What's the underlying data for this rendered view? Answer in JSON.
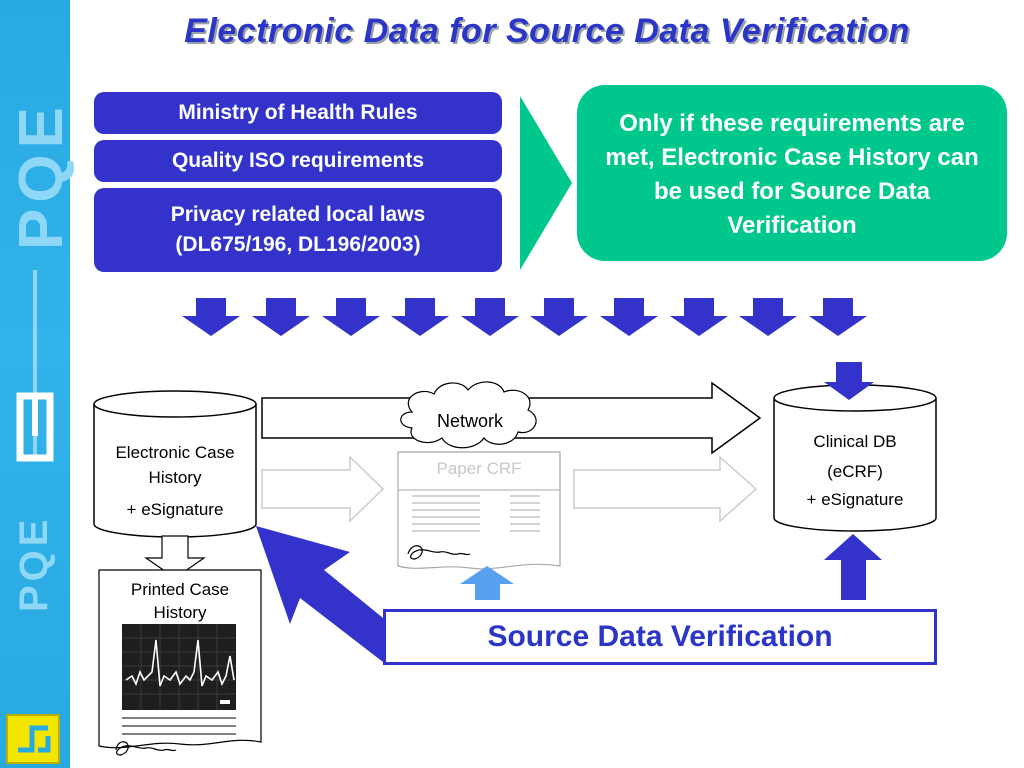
{
  "title": "Electronic Data for Source Data Verification",
  "requirements": {
    "ministry": "Ministry of Health Rules",
    "iso": "Quality ISO requirements",
    "privacy_line1": "Privacy related local laws",
    "privacy_line2": "(DL675/196, DL196/2003)"
  },
  "note": "Only if these requirements are met, Electronic Case History can be used for Source Data Verification",
  "electronic_case_history": {
    "line1": "Electronic Case",
    "line2": "History",
    "signature": "+ eSignature"
  },
  "clinical_db": {
    "title": "Clinical DB",
    "subtitle": "(eCRF)",
    "signature": "+  eSignature"
  },
  "network": "Network",
  "paper_crf": "Paper CRF",
  "printed_case_history": {
    "line1": "Printed Case",
    "line2": "History"
  },
  "source_data_verification": "Source Data Verification",
  "sidebar": {
    "brand_top": "PQE",
    "brand_bottom": "PQE"
  },
  "colors": {
    "primary_blue": "#3333cc",
    "note_green": "#00c88c",
    "sidebar_blue": "#27a9e1",
    "logo_yellow": "#f2e600",
    "light_blue_arrow": "#5aa0f0"
  }
}
